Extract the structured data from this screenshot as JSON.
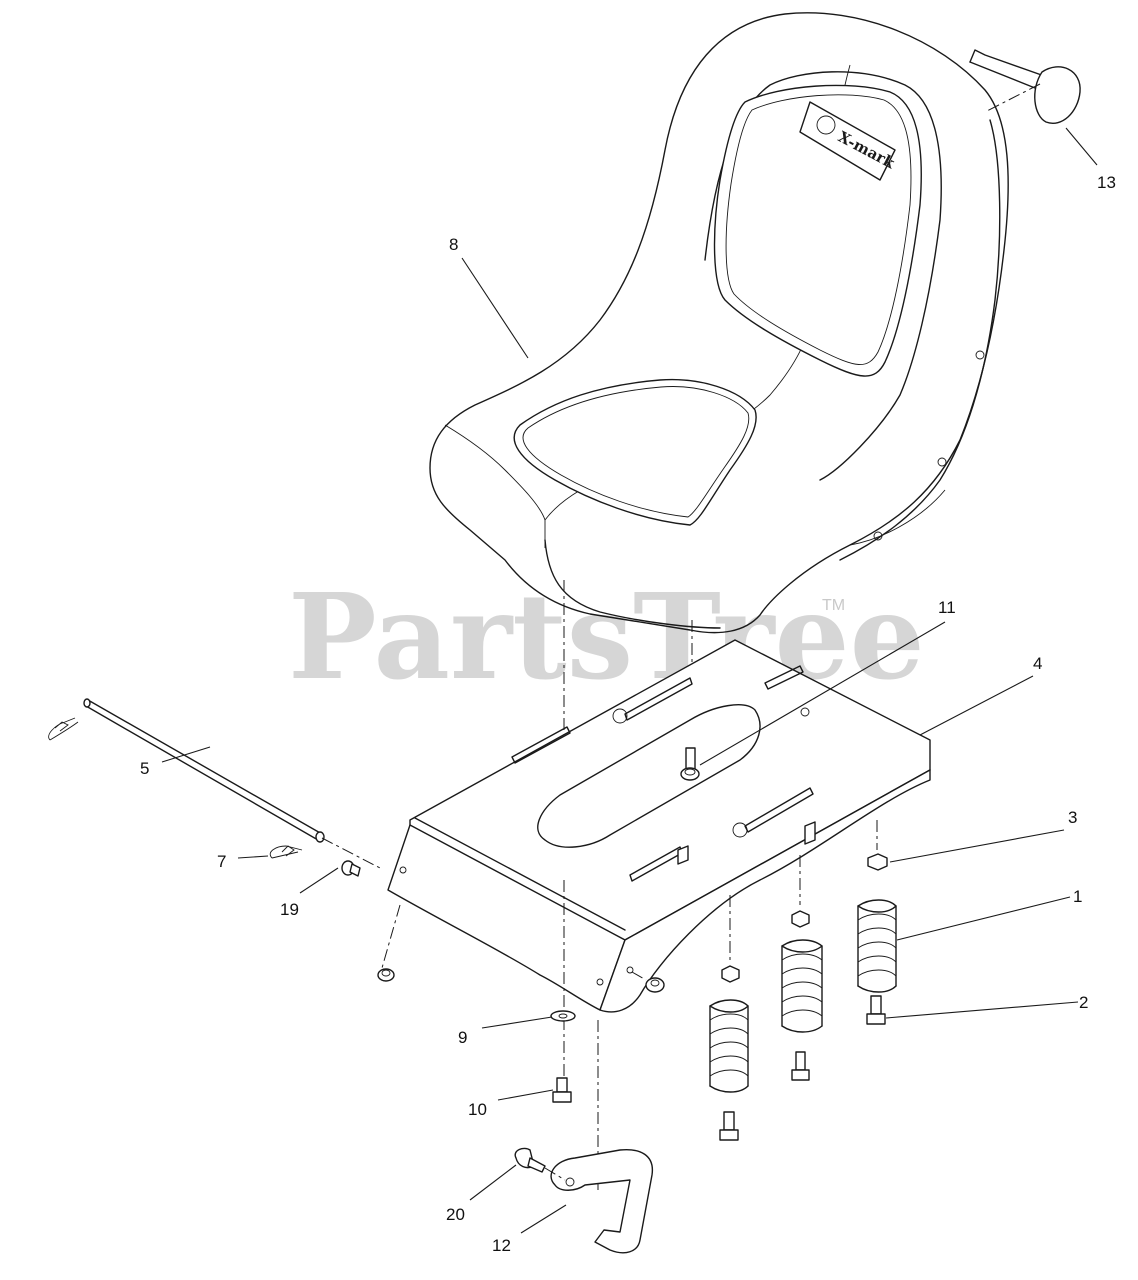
{
  "watermark": {
    "text": "PartsTree",
    "trademark": "TM"
  },
  "seat_logo": "X-mark",
  "callouts": [
    {
      "id": "1",
      "label": "1"
    },
    {
      "id": "2",
      "label": "2"
    },
    {
      "id": "3",
      "label": "3"
    },
    {
      "id": "4",
      "label": "4"
    },
    {
      "id": "5",
      "label": "5"
    },
    {
      "id": "7",
      "label": "7"
    },
    {
      "id": "8",
      "label": "8"
    },
    {
      "id": "9",
      "label": "9"
    },
    {
      "id": "10",
      "label": "10"
    },
    {
      "id": "11",
      "label": "11"
    },
    {
      "id": "12",
      "label": "12"
    },
    {
      "id": "13",
      "label": "13"
    },
    {
      "id": "19",
      "label": "19"
    },
    {
      "id": "20",
      "label": "20"
    }
  ]
}
